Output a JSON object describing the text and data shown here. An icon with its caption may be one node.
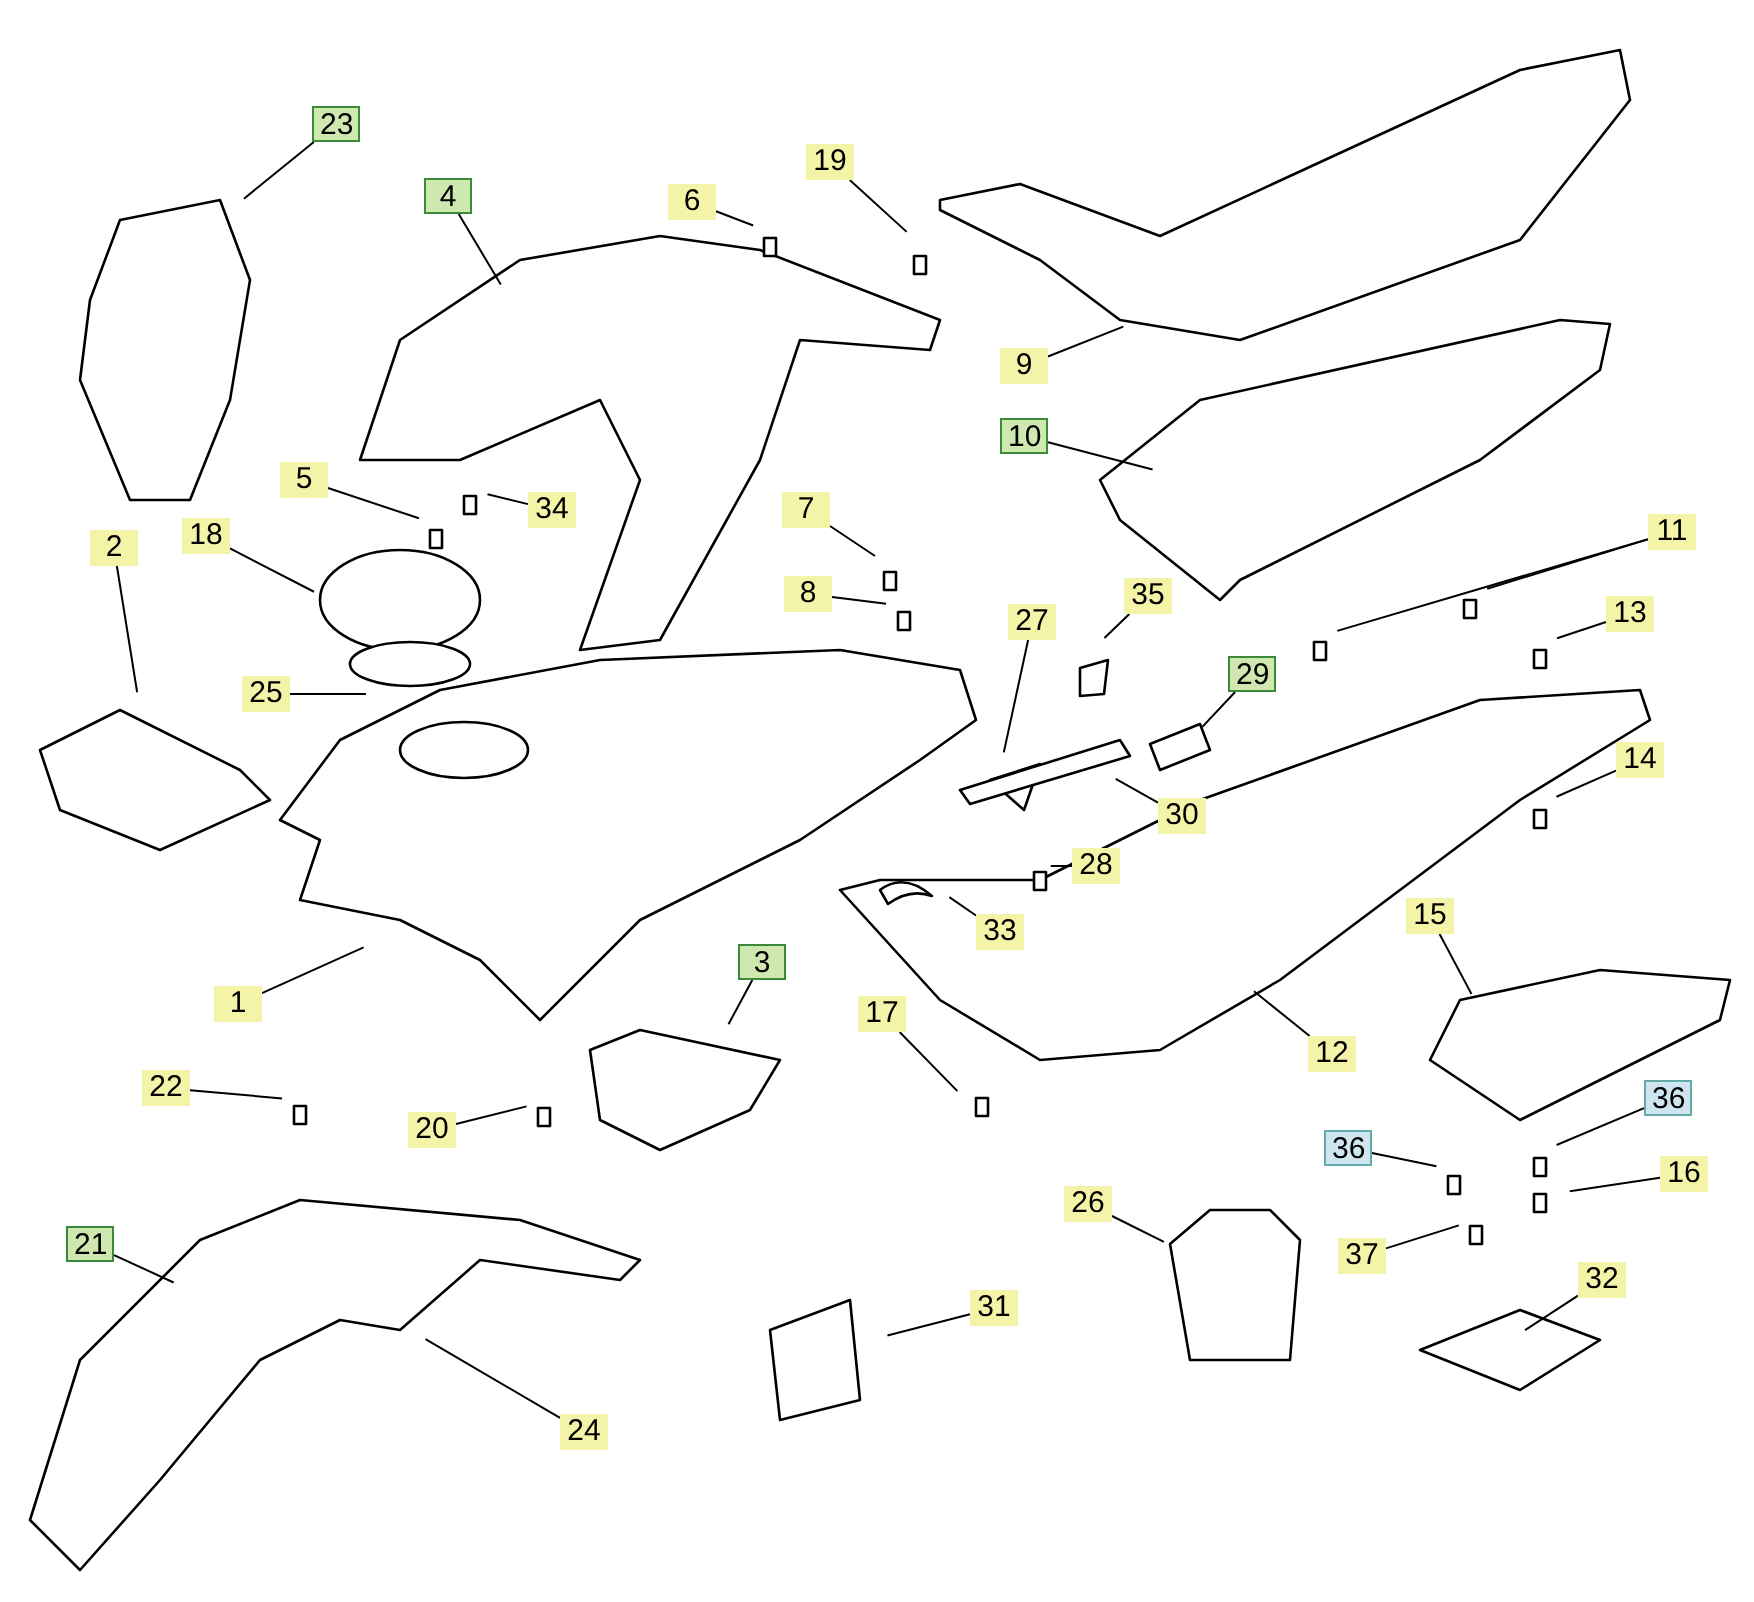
{
  "diagram": {
    "nodes": [
      {
        "text": [
          "23"
        ]
      },
      {
        "text": [
          "4"
        ]
      },
      {
        "text": [
          "6"
        ]
      },
      {
        "text": [
          "19"
        ]
      },
      {
        "text": [
          "9"
        ]
      },
      {
        "text": [
          "10"
        ]
      },
      {
        "text": [
          "11"
        ]
      },
      {
        "text": [
          "2"
        ]
      },
      {
        "text": [
          "18"
        ]
      },
      {
        "text": [
          "5"
        ]
      },
      {
        "text": [
          "34"
        ]
      },
      {
        "text": [
          "7"
        ]
      },
      {
        "text": [
          "8"
        ]
      },
      {
        "text": [
          "27"
        ]
      },
      {
        "text": [
          "35"
        ]
      },
      {
        "text": [
          "29"
        ]
      },
      {
        "text": [
          "13"
        ]
      },
      {
        "text": [
          "25"
        ]
      },
      {
        "text": [
          "14"
        ]
      },
      {
        "text": [
          "30"
        ]
      },
      {
        "text": [
          "28"
        ]
      },
      {
        "text": [
          "33"
        ]
      },
      {
        "text": [
          "1"
        ]
      },
      {
        "text": [
          "3"
        ]
      },
      {
        "text": [
          "17"
        ]
      },
      {
        "text": [
          "12"
        ]
      },
      {
        "text": [
          "15"
        ]
      },
      {
        "text": [
          "20"
        ]
      },
      {
        "text": [
          "22"
        ]
      },
      {
        "text": [
          "36"
        ]
      },
      {
        "text": [
          "36"
        ]
      },
      {
        "text": [
          "16"
        ]
      },
      {
        "text": [
          "26"
        ]
      },
      {
        "text": [
          "21"
        ]
      },
      {
        "text": [
          "37"
        ]
      },
      {
        "text": [
          "32"
        ]
      },
      {
        "text": [
          "31"
        ]
      },
      {
        "text": [
          "24"
        ]
      }
    ],
    "edges": [
      {
        "from": 0,
        "to": null,
        "arrow": "none"
      },
      {
        "from": 1,
        "to": null,
        "arrow": "none"
      },
      {
        "from": 2,
        "to": null,
        "arrow": "none"
      },
      {
        "from": 3,
        "to": null,
        "arrow": "none"
      },
      {
        "from": 4,
        "to": null,
        "arrow": "none"
      },
      {
        "from": 5,
        "to": null,
        "arrow": "none"
      },
      {
        "from": 6,
        "to": null,
        "arrow": "none"
      },
      {
        "from": 6,
        "to": null,
        "arrow": "none"
      },
      {
        "from": 7,
        "to": null,
        "arrow": "none"
      },
      {
        "from": 8,
        "to": null,
        "arrow": "none"
      },
      {
        "from": 9,
        "to": null,
        "arrow": "none"
      },
      {
        "from": 10,
        "to": null,
        "arrow": "none"
      },
      {
        "from": 11,
        "to": null,
        "arrow": "none"
      },
      {
        "from": 12,
        "to": null,
        "arrow": "none"
      },
      {
        "from": 13,
        "to": null,
        "arrow": "none"
      },
      {
        "from": 14,
        "to": null,
        "arrow": "none"
      },
      {
        "from": 15,
        "to": null,
        "arrow": "none"
      },
      {
        "from": 16,
        "to": null,
        "arrow": "none"
      },
      {
        "from": 17,
        "to": null,
        "arrow": "none"
      },
      {
        "from": 18,
        "to": null,
        "arrow": "none"
      },
      {
        "from": 19,
        "to": null,
        "arrow": "none"
      },
      {
        "from": 20,
        "to": null,
        "arrow": "none"
      },
      {
        "from": 21,
        "to": null,
        "arrow": "none"
      },
      {
        "from": 22,
        "to": null,
        "arrow": "none"
      },
      {
        "from": 23,
        "to": null,
        "arrow": "none"
      },
      {
        "from": 24,
        "to": null,
        "arrow": "none"
      },
      {
        "from": 25,
        "to": null,
        "arrow": "none"
      },
      {
        "from": 26,
        "to": null,
        "arrow": "none"
      },
      {
        "from": 27,
        "to": null,
        "arrow": "none"
      },
      {
        "from": 28,
        "to": null,
        "arrow": "none"
      },
      {
        "from": 29,
        "to": null,
        "arrow": "none"
      },
      {
        "from": 30,
        "to": null,
        "arrow": "none"
      },
      {
        "from": 31,
        "to": null,
        "arrow": "none"
      },
      {
        "from": 32,
        "to": null,
        "arrow": "none"
      },
      {
        "from": 33,
        "to": null,
        "arrow": "none"
      },
      {
        "from": 34,
        "to": null,
        "arrow": "none"
      },
      {
        "from": 35,
        "to": null,
        "arrow": "none"
      },
      {
        "from": 36,
        "to": null,
        "arrow": "none"
      },
      {
        "from": 37,
        "to": null,
        "arrow": "none"
      }
    ]
  }
}
